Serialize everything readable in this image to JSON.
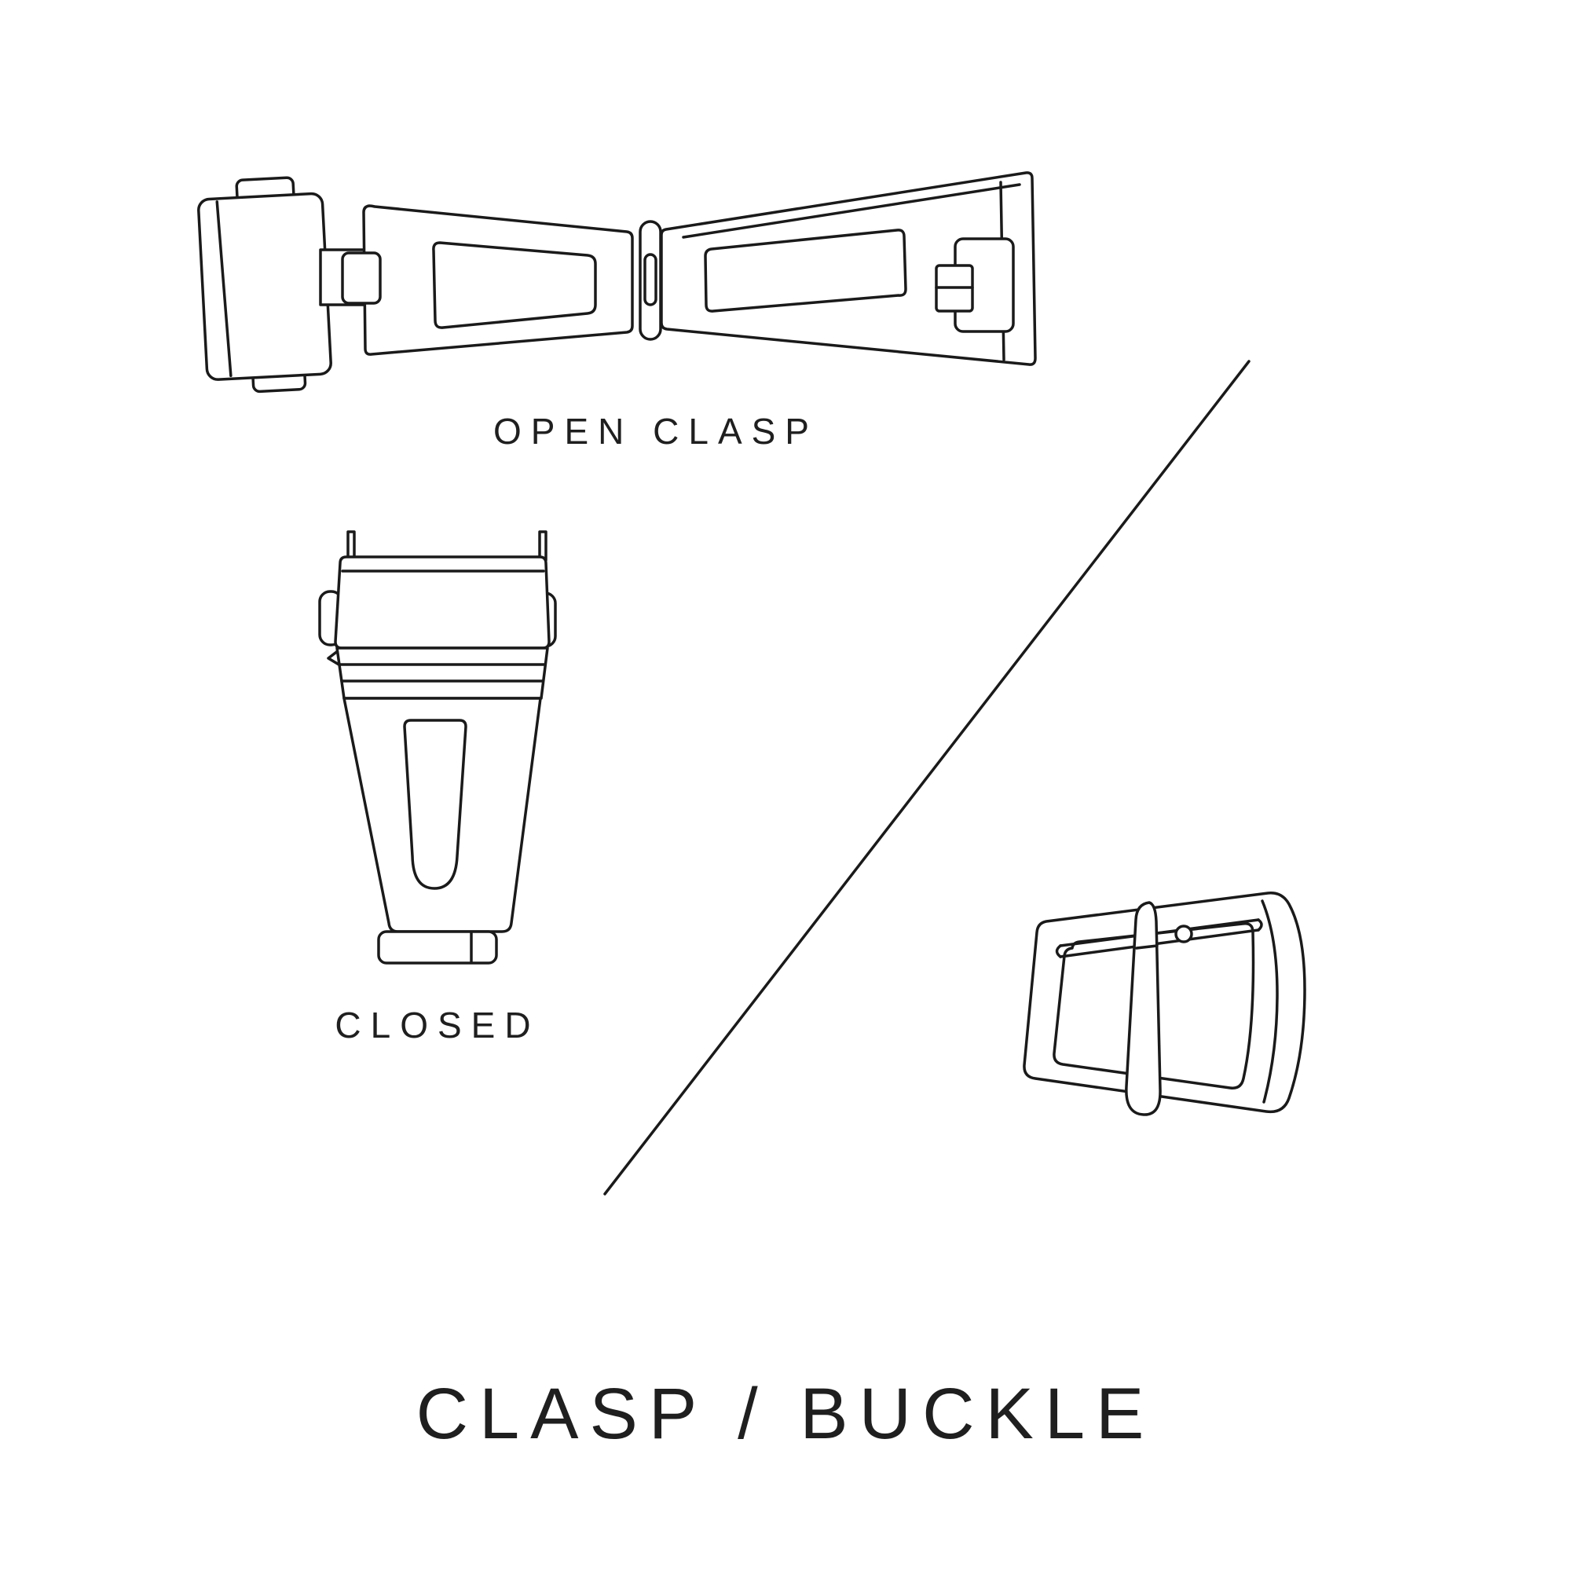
{
  "page": {
    "background": "#ffffff",
    "line_color": "#1a1a1a",
    "text_color": "#1f1f1f"
  },
  "labels": {
    "open_clasp": "OPEN CLASP",
    "closed": "CLOSED",
    "title": "CLASP / BUCKLE"
  },
  "illustrations": {
    "open_clasp": "open-clasp-drawing",
    "closed_clasp": "closed-clasp-drawing",
    "buckle": "tang-buckle-drawing",
    "divider": "diagonal-divider-line"
  }
}
